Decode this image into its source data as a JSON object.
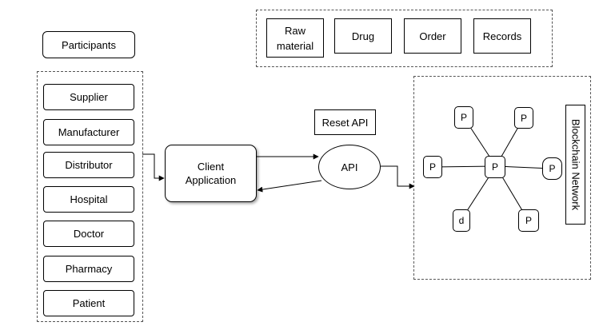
{
  "participants": {
    "title": "Participants",
    "items": [
      "Supplier",
      "Manufacturer",
      "Distributor",
      "Hospital",
      "Doctor",
      "Pharmacy",
      "Patient"
    ]
  },
  "assets": {
    "items": [
      "Raw material",
      "Drug",
      "Order",
      "Records"
    ]
  },
  "client_app": "Client Application",
  "reset_api": "Reset API",
  "api": "API",
  "blockchain": {
    "label": "Blockchain Network",
    "center_node": "P",
    "peer_nodes": [
      "P",
      "P",
      "P",
      "P",
      "d",
      "P"
    ]
  }
}
